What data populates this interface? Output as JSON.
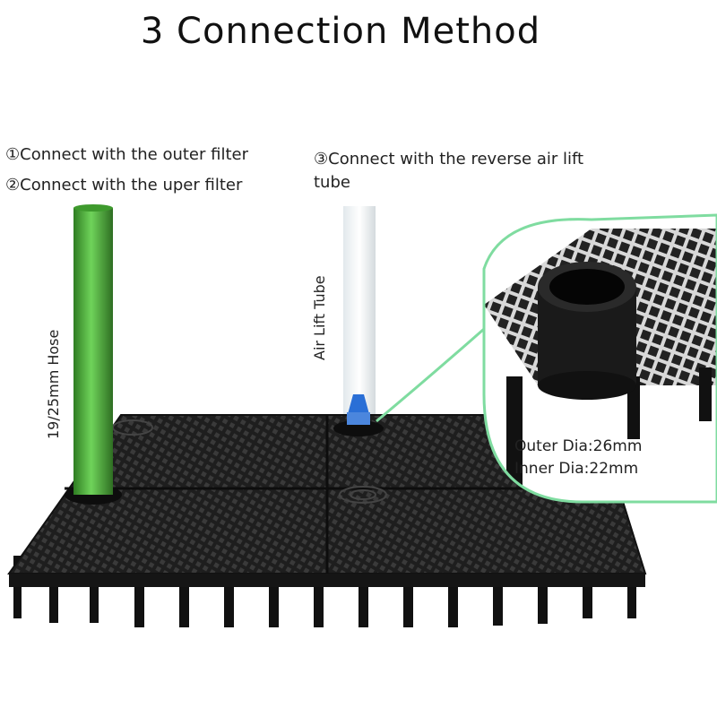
{
  "title": "3 Connection Method",
  "methods": [
    "①Connect with the outer filter",
    "②Connect with the uper filter",
    "③Connect with the reverse air lift tube"
  ],
  "labels": {
    "hose": "19/25mm Hose",
    "air_tube": "Air Lift Tube",
    "outer_dia": "Outer Dia:26mm",
    "inner_dia": "Inner Dia:22mm"
  },
  "colors": {
    "hose": "#4caf3a",
    "plate": "#1e1e1e",
    "callout_border": "#7fdca0",
    "nozzle": "#2a6fd6"
  }
}
